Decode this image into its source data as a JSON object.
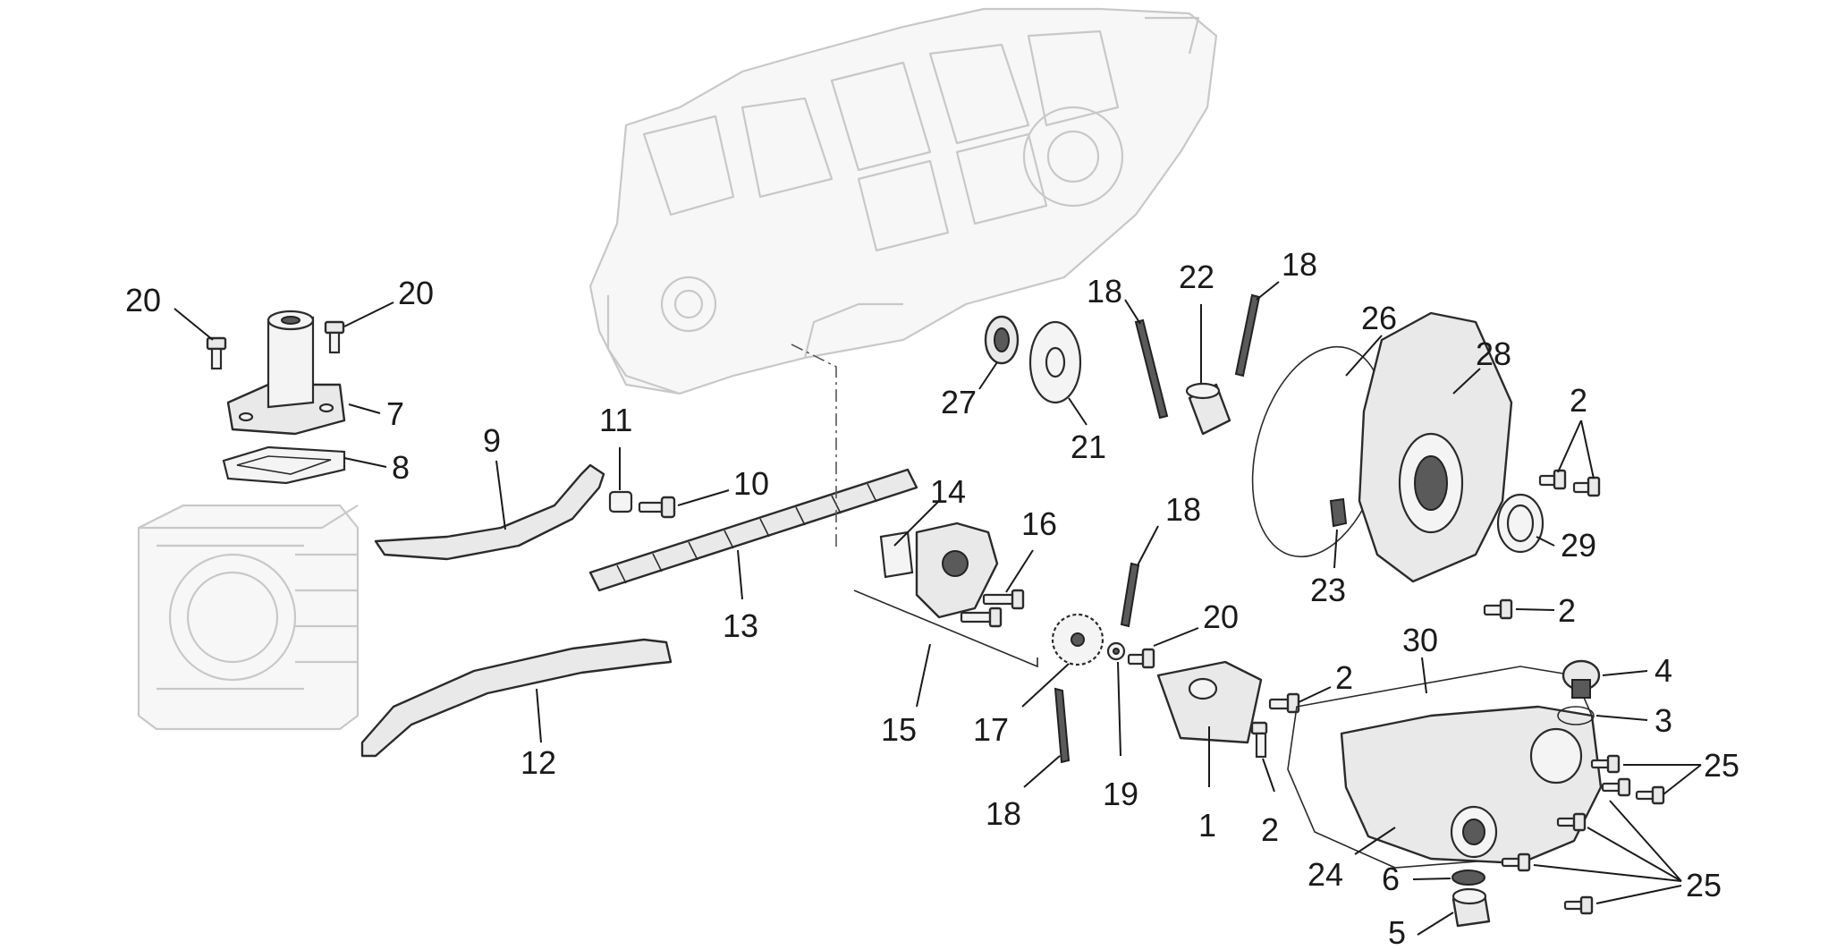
{
  "callouts": [
    {
      "id": "c1",
      "label": "20"
    },
    {
      "id": "c2",
      "label": "20"
    },
    {
      "id": "c3",
      "label": "7"
    },
    {
      "id": "c4",
      "label": "8"
    },
    {
      "id": "c5",
      "label": "9"
    },
    {
      "id": "c6",
      "label": "11"
    },
    {
      "id": "c7",
      "label": "10"
    },
    {
      "id": "c8",
      "label": "13"
    },
    {
      "id": "c9",
      "label": "12"
    },
    {
      "id": "c10",
      "label": "14"
    },
    {
      "id": "c11",
      "label": "16"
    },
    {
      "id": "c12",
      "label": "15"
    },
    {
      "id": "c13",
      "label": "17"
    },
    {
      "id": "c14",
      "label": "18"
    },
    {
      "id": "c15",
      "label": "27"
    },
    {
      "id": "c16",
      "label": "21"
    },
    {
      "id": "c17",
      "label": "18"
    },
    {
      "id": "c18",
      "label": "22"
    },
    {
      "id": "c19",
      "label": "18"
    },
    {
      "id": "c20",
      "label": "18"
    },
    {
      "id": "c21",
      "label": "20"
    },
    {
      "id": "c22",
      "label": "19"
    },
    {
      "id": "c23",
      "label": "1"
    },
    {
      "id": "c24",
      "label": "2"
    },
    {
      "id": "c25",
      "label": "2"
    },
    {
      "id": "c26",
      "label": "26"
    },
    {
      "id": "c27",
      "label": "28"
    },
    {
      "id": "c28",
      "label": "2"
    },
    {
      "id": "c29",
      "label": "29"
    },
    {
      "id": "c30",
      "label": "23"
    },
    {
      "id": "c31",
      "label": "2"
    },
    {
      "id": "c32",
      "label": "30"
    },
    {
      "id": "c33",
      "label": "4"
    },
    {
      "id": "c34",
      "label": "3"
    },
    {
      "id": "c35",
      "label": "25"
    },
    {
      "id": "c36",
      "label": "25"
    },
    {
      "id": "c37",
      "label": "24"
    },
    {
      "id": "c38",
      "label": "6"
    },
    {
      "id": "c39",
      "label": "5"
    }
  ]
}
